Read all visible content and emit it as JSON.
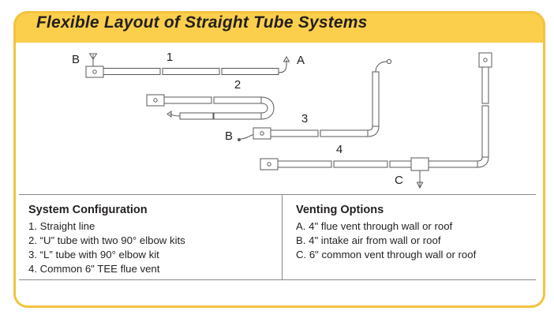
{
  "header": {
    "title": "Flexible Layout of Straight Tube Systems",
    "background_color": "#fbcf4b",
    "border_color": "#f3c33f",
    "text_color": "#231f20"
  },
  "diagram": {
    "line_color": "#58585a",
    "systems": [
      {
        "number": "1",
        "kind": "straight-line",
        "terminal_labels": [
          "B",
          "A"
        ]
      },
      {
        "number": "2",
        "kind": "u-tube",
        "terminal_labels": []
      },
      {
        "number": "3",
        "kind": "l-tube",
        "terminal_labels": [
          "B"
        ]
      },
      {
        "number": "4",
        "kind": "common-tee-flue-vent",
        "terminal_labels": [
          "C"
        ]
      }
    ],
    "callouts": {
      "a": "A",
      "b1": "B",
      "b2": "B",
      "c": "C"
    },
    "numbers": {
      "one": "1",
      "two": "2",
      "three": "3",
      "four": "4"
    }
  },
  "panels": {
    "system_configuration": {
      "title": "System Configuration",
      "items": [
        "1. Straight line",
        "2. “U” tube with two 90° elbow kits",
        "3. “L” tube with 90° elbow kit",
        "4. Common 6\" TEE flue vent"
      ]
    },
    "venting_options": {
      "title": "Venting Options",
      "items": [
        "A. 4\" flue vent through wall or roof",
        "B. 4\" intake air from wall or roof",
        "C. 6\" common vent through wall or roof"
      ]
    }
  }
}
